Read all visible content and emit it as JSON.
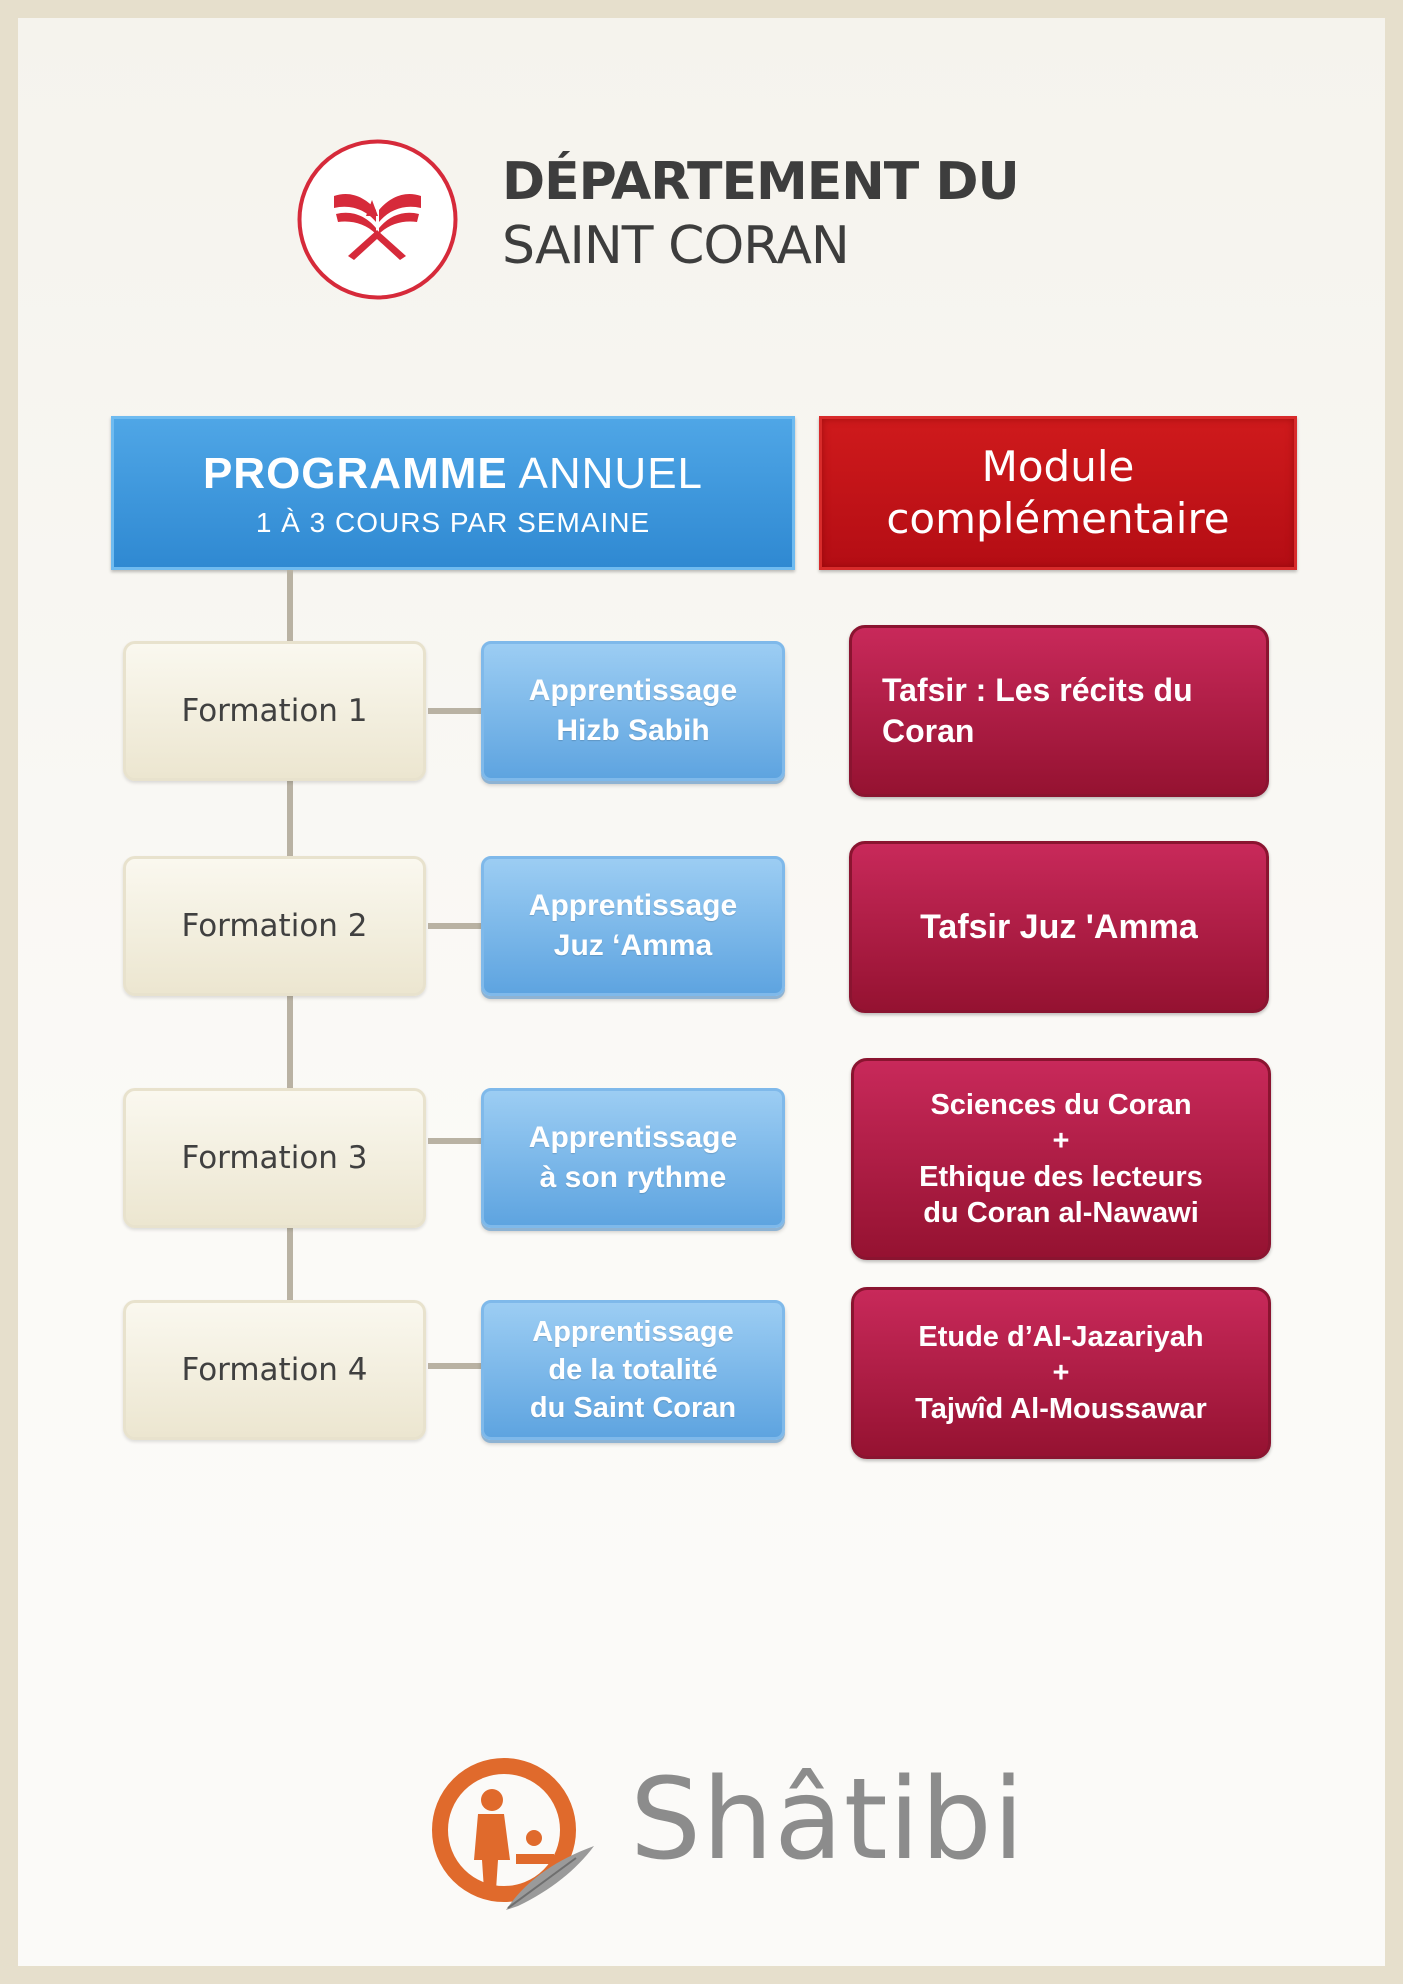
{
  "header": {
    "title_line1": "DÉPARTEMENT DU",
    "title_line2": "SAINT CORAN",
    "icon": "quran-book-icon"
  },
  "programme": {
    "title_bold": "PROGRAMME",
    "title_light": "ANNUEL",
    "subtitle": "1 À 3 COURS PAR SEMAINE"
  },
  "module": {
    "title": "Module\ncomplémentaire"
  },
  "rows": [
    {
      "formation": "Formation 1",
      "learning": "Apprentissage\nHizb Sabih",
      "module": "Tafsir : Les récits du Coran"
    },
    {
      "formation": "Formation 2",
      "learning": "Apprentissage\nJuz ‘Amma",
      "module": "Tafsir Juz 'Amma"
    },
    {
      "formation": "Formation 3",
      "learning": "Apprentissage\nà son rythme",
      "module": "Sciences du Coran\n+\nEthique des lecteurs\ndu Coran al-Nawawi"
    },
    {
      "formation": "Formation 4",
      "learning": "Apprentissage\nde la totalité\ndu Saint Coran",
      "module": "Etude d’Al-Jazariyah\n+\nTajwîd Al-Moussawar"
    }
  ],
  "footer": {
    "brand": "Shâtibi",
    "icon": "shatibi-logo-icon"
  },
  "colors": {
    "blue": "#2f89d2",
    "red": "#c0101a",
    "crimson": "#b01c45",
    "cream": "#f2eedd"
  }
}
